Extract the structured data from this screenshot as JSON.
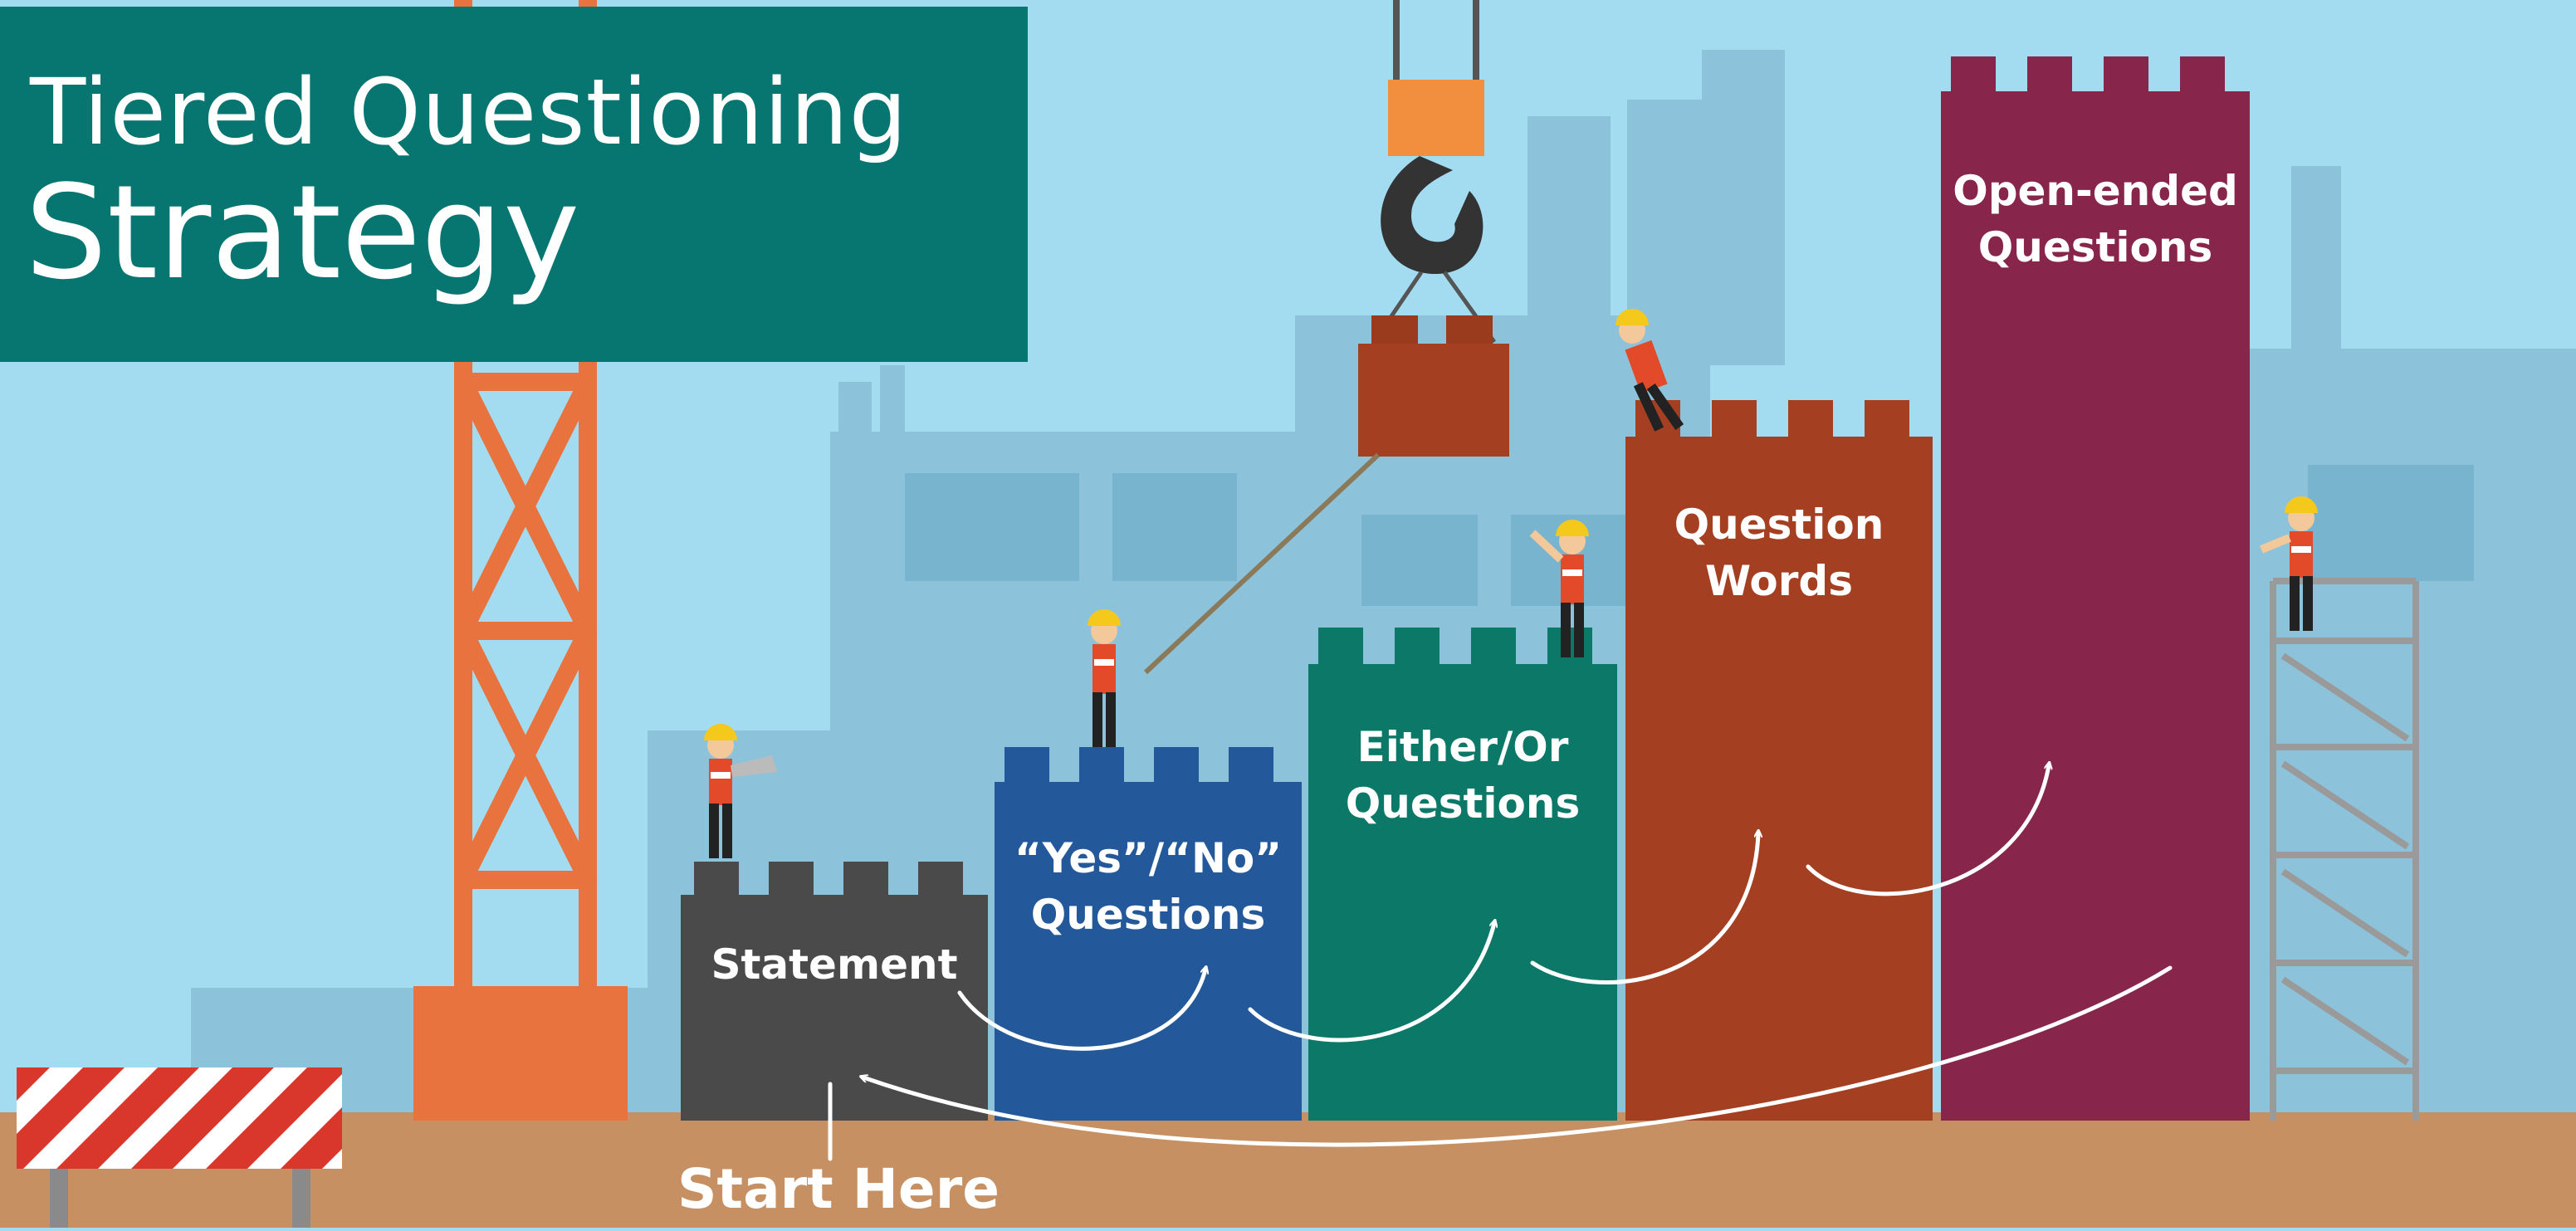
{
  "title": {
    "line1": "Tiered Questioning",
    "line2": "Strategy"
  },
  "start_label": "Start Here",
  "tiers": [
    {
      "label": "Statement",
      "color": "#4a4a4a"
    },
    {
      "label": "“Yes”/“No”\nQuestions",
      "color": "#23589a"
    },
    {
      "label": "Either/Or\nQuestions",
      "color": "#0b7868"
    },
    {
      "label": "Question\nWords",
      "color": "#a53f22"
    },
    {
      "label": "Open-ended\nQuestions",
      "color": "#87254a"
    }
  ],
  "colors": {
    "sky": "#a3dbf1",
    "ground": "#c79063",
    "crane": "#e8733f",
    "banner": "#087670"
  }
}
